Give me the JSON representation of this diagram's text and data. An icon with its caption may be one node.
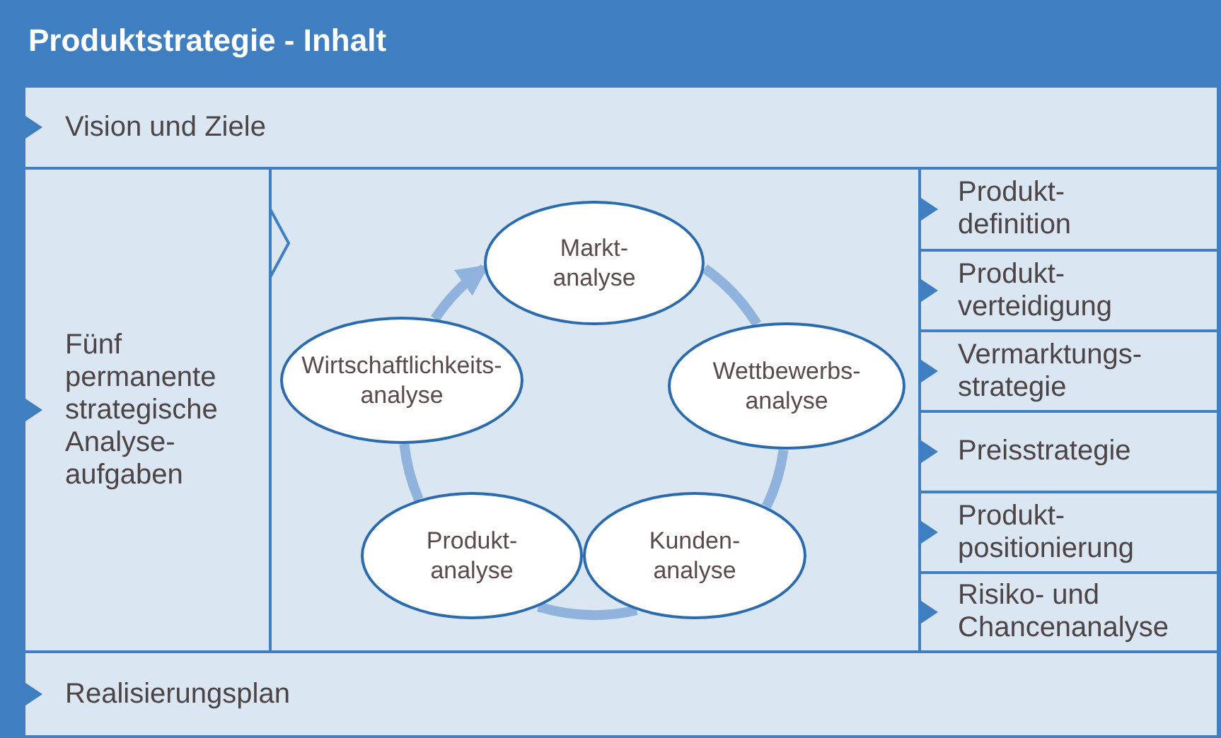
{
  "diagram": {
    "title": "Produktstrategie - Inhalt",
    "nodes": [
      {
        "text": [
          "Vision und Ziele"
        ]
      },
      {
        "text": [
          "Fünf permanente strategische Analyse- aufgaben"
        ]
      },
      {
        "text": [
          "Markt- analyse"
        ]
      },
      {
        "text": [
          "Wettbewerbs- analyse"
        ]
      },
      {
        "text": [
          "Kunden- analyse"
        ]
      },
      {
        "text": [
          "Produkt- analyse"
        ]
      },
      {
        "text": [
          "Wirtschaftlichkeits- analyse"
        ]
      },
      {
        "text": [
          "Produkt- definition"
        ]
      },
      {
        "text": [
          "Produkt- verteidigung"
        ]
      },
      {
        "text": [
          "Vermarktungs- strategie"
        ]
      },
      {
        "text": [
          "Preisstrategie"
        ]
      },
      {
        "text": [
          "Produkt- positionierung"
        ]
      },
      {
        "text": [
          "Risiko- und Chancenanalyse"
        ]
      },
      {
        "text": [
          "Realisierungsplan"
        ]
      }
    ],
    "edges": [
      {
        "from": 2,
        "to": 3,
        "arrow": "none"
      },
      {
        "from": 3,
        "to": 4,
        "arrow": "none"
      },
      {
        "from": 4,
        "to": 5,
        "arrow": "none"
      },
      {
        "from": 5,
        "to": 6,
        "arrow": "none"
      },
      {
        "from": 6,
        "to": 2,
        "arrow": "to"
      }
    ]
  }
}
